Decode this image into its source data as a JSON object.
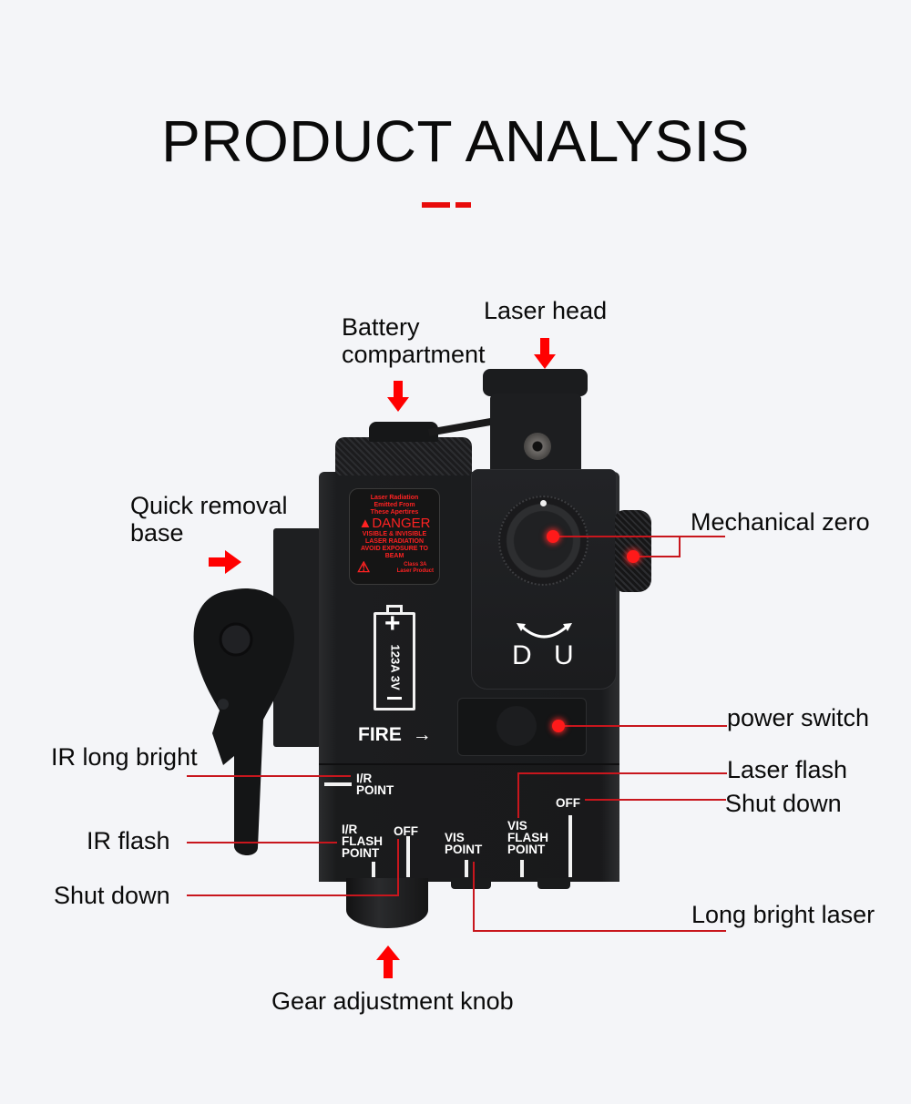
{
  "header": {
    "title": "PRODUCT ANALYSIS",
    "accent_color": "#e80b0b"
  },
  "callouts": {
    "battery_compartment": "Battery\ncompartment",
    "battery_line1": "Battery",
    "battery_line2": "compartment",
    "laser_head": "Laser head",
    "quick_removal_line1": "Quick removal",
    "quick_removal_line2": "base",
    "mechanical_zero": "Mechanical zero",
    "power_switch": "power switch",
    "laser_flash": "Laser flash",
    "shut_down_right": "Shut down",
    "ir_long_bright": "IR long bright",
    "ir_flash": "IR flash",
    "shut_down_left": "Shut down",
    "long_bright_laser": "Long bright laser",
    "gear_adjustment_knob": "Gear adjustment knob"
  },
  "device": {
    "warning_label": {
      "line1": "Laser Radiation",
      "line2": "Emitted From",
      "line3": "These Apertires",
      "danger": "DANGER",
      "line4": "VISIBLE & INVISIBLE",
      "line5": "LASER RADIATION",
      "line6": "AVOID EXPOSURE TO",
      "line7": "BEAM",
      "class_line1": "Class 3A",
      "class_line2": "Laser Product"
    },
    "battery_marking": "123A 3V",
    "battery_plus": "+",
    "fire_label": "FIRE",
    "fire_arrow": "→",
    "dial_down": "D",
    "dial_up": "U",
    "switch_labels": {
      "ir_point_1": "I/R",
      "ir_point_2": "POINT",
      "ir_flash_1": "I/R",
      "ir_flash_2": "FLASH",
      "ir_flash_3": "POINT",
      "off_left": "OFF",
      "vis_point_1": "VIS",
      "vis_point_2": "POINT",
      "vis_flash_1": "VIS",
      "vis_flash_2": "FLASH",
      "vis_flash_3": "POINT",
      "off_right": "OFF"
    }
  }
}
